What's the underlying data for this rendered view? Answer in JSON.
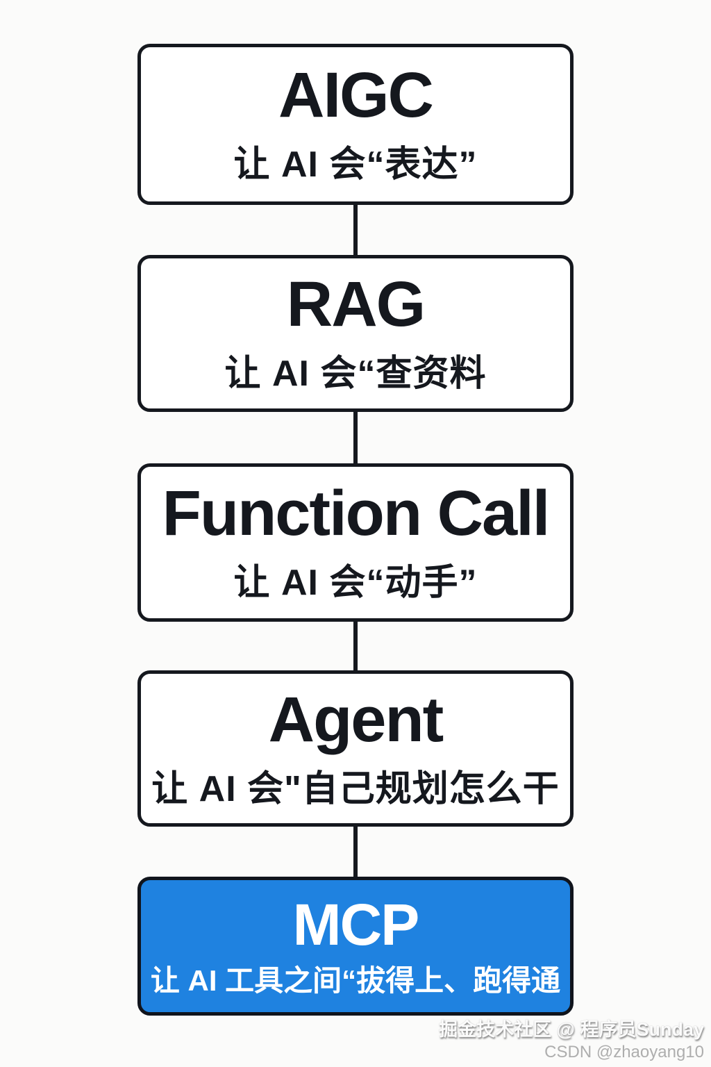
{
  "diagram": {
    "type": "flowchart",
    "direction": "top-to-bottom",
    "nodes": [
      {
        "id": "aigc",
        "title": "AIGC",
        "subtitle": "让 AI 会“表达”",
        "highlight": false
      },
      {
        "id": "rag",
        "title": "RAG",
        "subtitle": "让 AI 会“查资料",
        "highlight": false
      },
      {
        "id": "function-call",
        "title": "Function Call",
        "subtitle": "让 AI 会“动手”",
        "highlight": false
      },
      {
        "id": "agent",
        "title": "Agent",
        "subtitle": "让 AI 会\"自己规划怎么干",
        "highlight": false
      },
      {
        "id": "mcp",
        "title": "MCP",
        "subtitle": "让 AI 工具之间“拔得上、跑得通",
        "highlight": true
      }
    ],
    "edges": [
      {
        "from": "aigc",
        "to": "rag"
      },
      {
        "from": "rag",
        "to": "function-call"
      },
      {
        "from": "function-call",
        "to": "agent"
      },
      {
        "from": "agent",
        "to": "mcp"
      }
    ],
    "colors": {
      "background": "#fbfbfa",
      "box_fill": "#ffffff",
      "border": "#15181e",
      "text": "#15181e",
      "highlight_fill": "#1f82e0",
      "highlight_text": "#ffffff"
    }
  },
  "watermark": {
    "line1": "掘金技术社区 @ 程序员Sunday",
    "line2": "CSDN @zhaoyang10"
  }
}
